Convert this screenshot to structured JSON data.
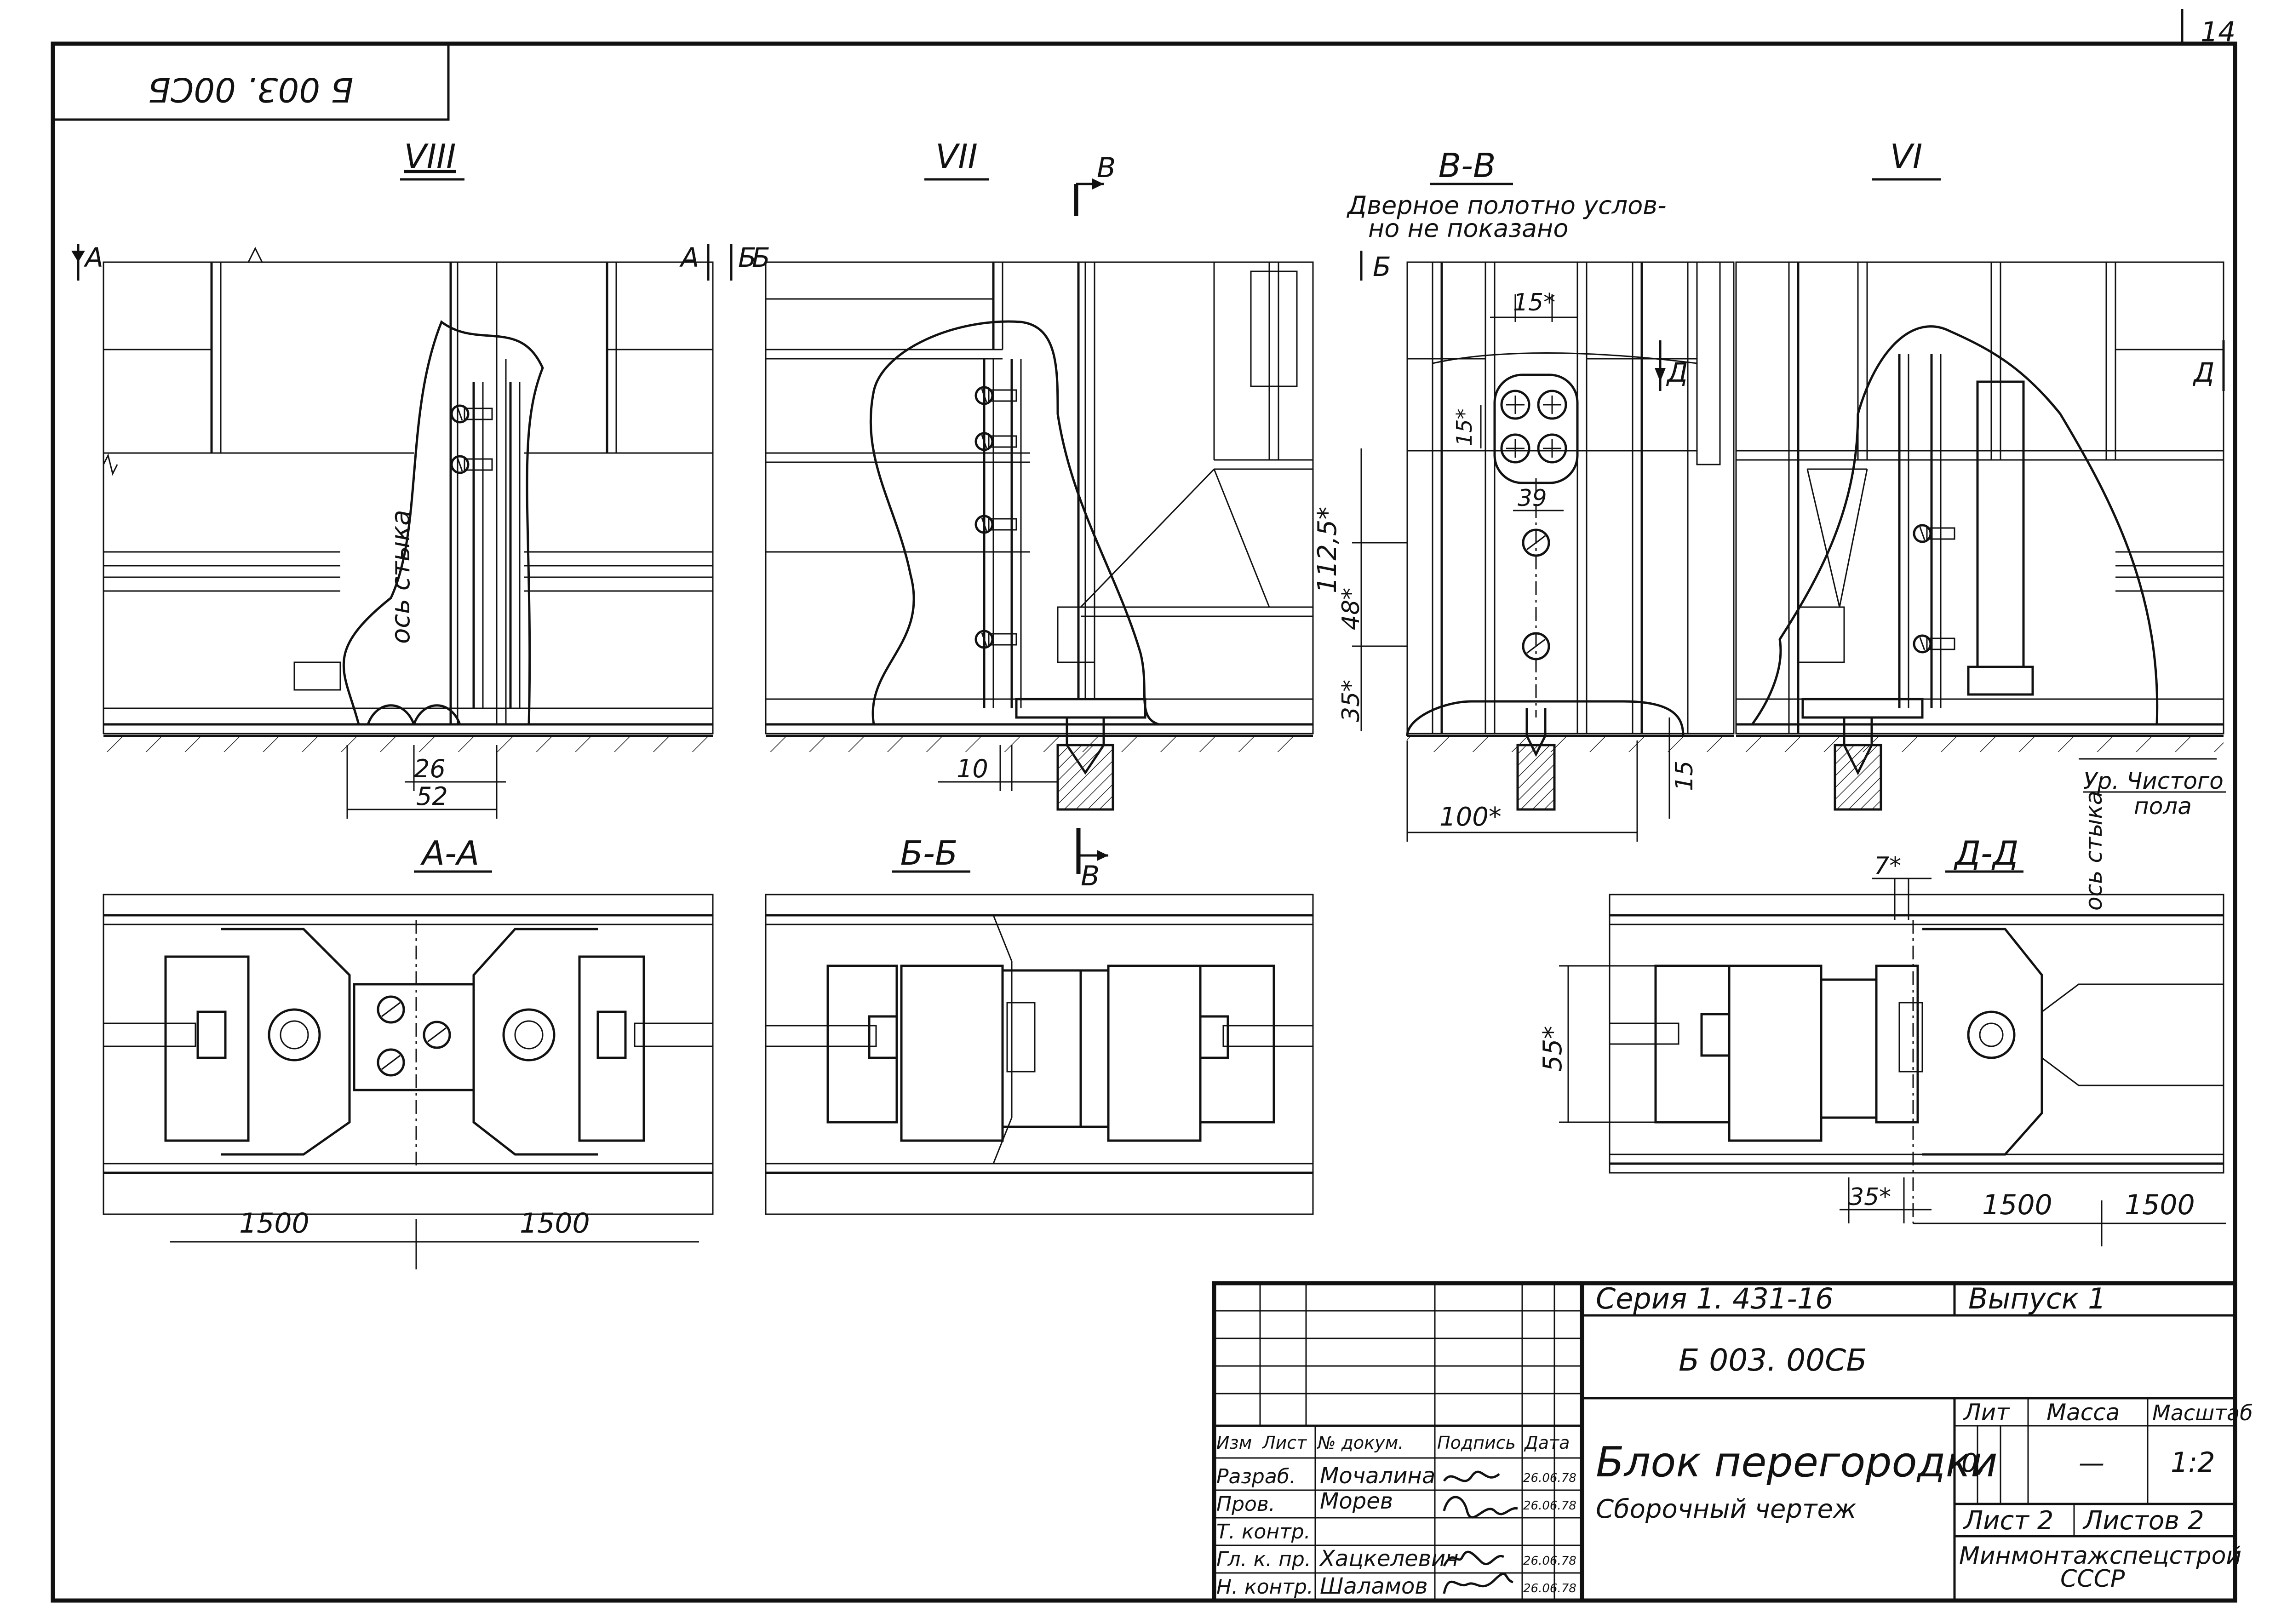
{
  "sheet": {
    "page_number": "14",
    "rotated_designation": "Б 003. 00СБ"
  },
  "views": {
    "viii": "VIII",
    "vii": "VII",
    "vi": "VI",
    "section_vv": "В-В",
    "section_aa": "А-А",
    "section_bb": "Б-Б",
    "section_dd": "Д-Д"
  },
  "markers": {
    "a": "А",
    "b": "Б",
    "v": "В",
    "d": "Д"
  },
  "labels": {
    "joint_axis": "ось стыка"
  },
  "notes": {
    "door_leaf_line1": "Дверное полотно услов-",
    "door_leaf_line2": "но не показано",
    "floor_level_line1": "Ур. Чистого",
    "floor_level_line2": "пола"
  },
  "dims": {
    "d26": "26",
    "d52": "52",
    "d10": "10",
    "d15s": "15*",
    "d15": "15",
    "d39": "39",
    "d1125s": "112,5*",
    "d48s": "48*",
    "d35s": "35*",
    "d100s": "100*",
    "d7s": "7*",
    "d55s": "55*",
    "d1500": "1500"
  },
  "title_block": {
    "series": "Серия 1. 431-16",
    "issue": "Выпуск 1",
    "designation": "Б 003. 00СБ",
    "name": "Блок перегородки",
    "doc_type": "Сборочный чертеж",
    "lit_header": "Лит",
    "mass_header": "Масса",
    "scale_header": "Масштаб",
    "lit_value": "0,",
    "mass_value": "—",
    "scale_value": "1:2",
    "sheet": "Лист 2",
    "sheets": "Листов 2",
    "org_line1": "Минмонтажспецстрой",
    "org_line2": "СССР",
    "cols": {
      "izm": "Изм",
      "list": "Лист",
      "doc": "№ докум.",
      "sign": "Подпись",
      "date": "Дата"
    },
    "rows": [
      {
        "role": "Разраб.",
        "name": "Мочалина",
        "date": "26.06.78"
      },
      {
        "role": "Пров.",
        "name": "Морев",
        "date": "26.06.78"
      },
      {
        "role": "Т. контр.",
        "name": "",
        "date": ""
      },
      {
        "role": "Гл. к. пр.",
        "name": "Хацкелевич",
        "date": "26.06.78"
      },
      {
        "role": "Н. контр.",
        "name": "Шаламов",
        "date": "26.06.78"
      }
    ]
  }
}
